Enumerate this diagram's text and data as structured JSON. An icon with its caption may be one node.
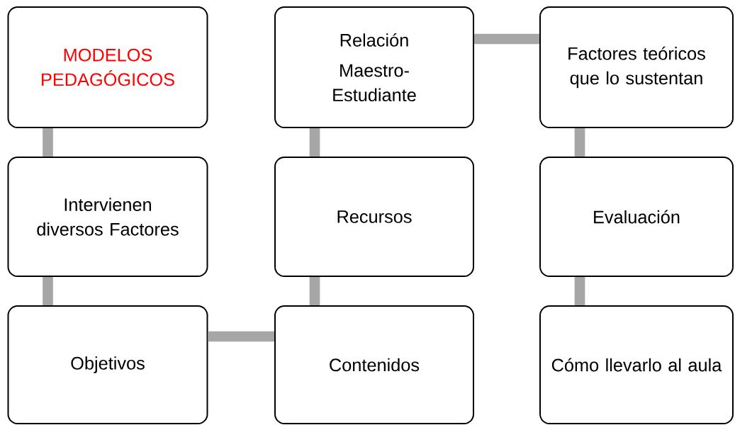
{
  "diagram": {
    "nodes": [
      {
        "text": [
          "MODELOS PEDAGÓGICOS"
        ]
      },
      {
        "text": [
          "Intervienen diversos Factores"
        ]
      },
      {
        "text": [
          "Objetivos"
        ]
      },
      {
        "text": [
          "Contenidos"
        ]
      },
      {
        "text": [
          "Recursos"
        ]
      },
      {
        "text": [
          "Relación",
          "Maestro-Estudiante"
        ]
      },
      {
        "text": [
          "Factores teóricos que lo sustentan"
        ]
      },
      {
        "text": [
          "Evaluación"
        ]
      },
      {
        "text": [
          "Cómo llevarlo al aula"
        ]
      }
    ],
    "edges": [
      {
        "from": 0,
        "to": 1,
        "arrow": "none"
      },
      {
        "from": 1,
        "to": 2,
        "arrow": "none"
      },
      {
        "from": 2,
        "to": 3,
        "arrow": "none"
      },
      {
        "from": 3,
        "to": 4,
        "arrow": "none"
      },
      {
        "from": 4,
        "to": 5,
        "arrow": "none"
      },
      {
        "from": 5,
        "to": 6,
        "arrow": "none"
      },
      {
        "from": 6,
        "to": 7,
        "arrow": "none"
      },
      {
        "from": 7,
        "to": 8,
        "arrow": "none"
      }
    ]
  }
}
